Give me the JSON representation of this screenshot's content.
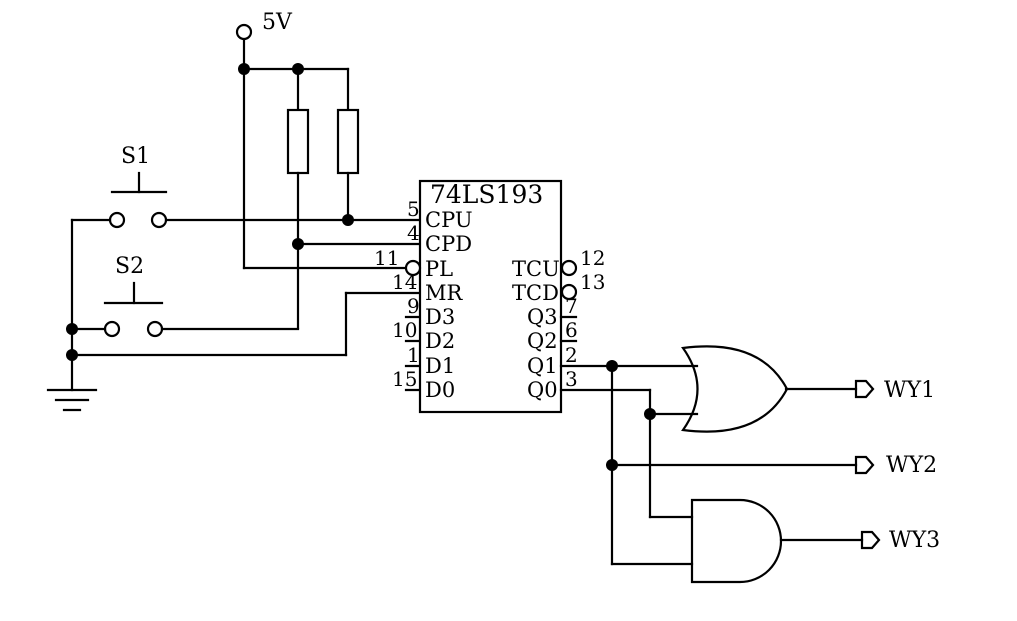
{
  "power": {
    "label": "5V"
  },
  "switches": {
    "s1": "S1",
    "s2": "S2"
  },
  "chip": {
    "name": "74LS193",
    "pins": {
      "cpu": {
        "label": "CPU",
        "num": "5"
      },
      "cpd": {
        "label": "CPD",
        "num": "4"
      },
      "pl": {
        "label": "PL",
        "num": "11"
      },
      "mr": {
        "label": "MR",
        "num": "14"
      },
      "d3": {
        "label": "D3",
        "num": "9"
      },
      "d2": {
        "label": "D2",
        "num": "10"
      },
      "d1": {
        "label": "D1",
        "num": "1"
      },
      "d0": {
        "label": "D0",
        "num": "15"
      },
      "tcu": {
        "label": "TCU",
        "num": "12"
      },
      "tcd": {
        "label": "TCD",
        "num": "13"
      },
      "q3": {
        "label": "Q3",
        "num": "7"
      },
      "q2": {
        "label": "Q2",
        "num": "6"
      },
      "q1": {
        "label": "Q1",
        "num": "2"
      },
      "q0": {
        "label": "Q0",
        "num": "3"
      }
    }
  },
  "outputs": {
    "wy1": "WY1",
    "wy2": "WY2",
    "wy3": "WY3"
  }
}
